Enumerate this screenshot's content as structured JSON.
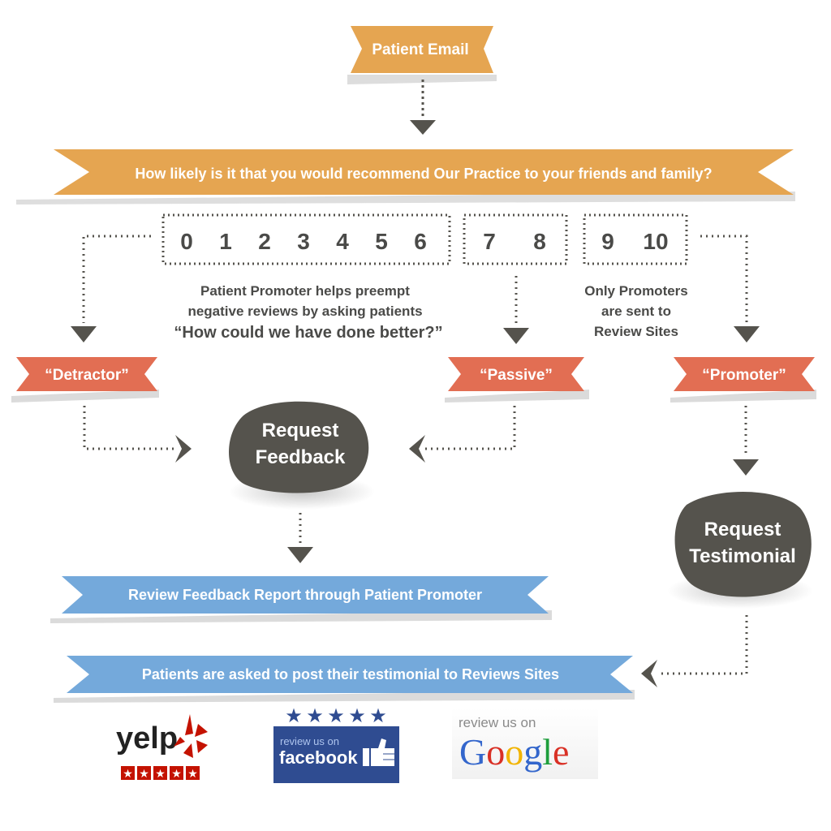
{
  "colors": {
    "orange_ribbon": "#e5a551",
    "coral_ribbon": "#e26e53",
    "blue_ribbon": "#74a9db",
    "blob": "#55534d",
    "dots": "#55534d",
    "text_dark": "#4a4a48",
    "facebook_blue": "#2f4c91",
    "yelp_red": "#c41200"
  },
  "nodes": {
    "patient_email": "Patient Email",
    "question": "How likely is it that you would recommend Our Practice to your friends and family?",
    "detractor": "“Detractor”",
    "passive": "“Passive”",
    "promoter": "“Promoter”",
    "request_feedback": [
      "Request",
      "Feedback"
    ],
    "request_testimonial": [
      "Request",
      "Testimonial"
    ],
    "review_feedback": "Review Feedback Report through Patient Promoter",
    "post_testimonial": "Patients are asked to post their testimonial to Reviews Sites"
  },
  "scores": {
    "detractor": [
      "0",
      "1",
      "2",
      "3",
      "4",
      "5",
      "6"
    ],
    "passive": [
      "7",
      "8"
    ],
    "promoter": [
      "9",
      "10"
    ]
  },
  "notes": {
    "preempt_line1": "Patient Promoter helps preempt",
    "preempt_line2": "negative reviews by asking patients",
    "preempt_quote": "“How could we have done better?”",
    "only_promoters": [
      "Only Promoters",
      "are sent to",
      "Review Sites"
    ]
  },
  "logos": {
    "yelp": "yelp",
    "facebook_top": "review us on",
    "facebook_main": "facebook",
    "google_top": "review us on",
    "google_letters": [
      "G",
      "o",
      "o",
      "g",
      "l",
      "e"
    ]
  }
}
